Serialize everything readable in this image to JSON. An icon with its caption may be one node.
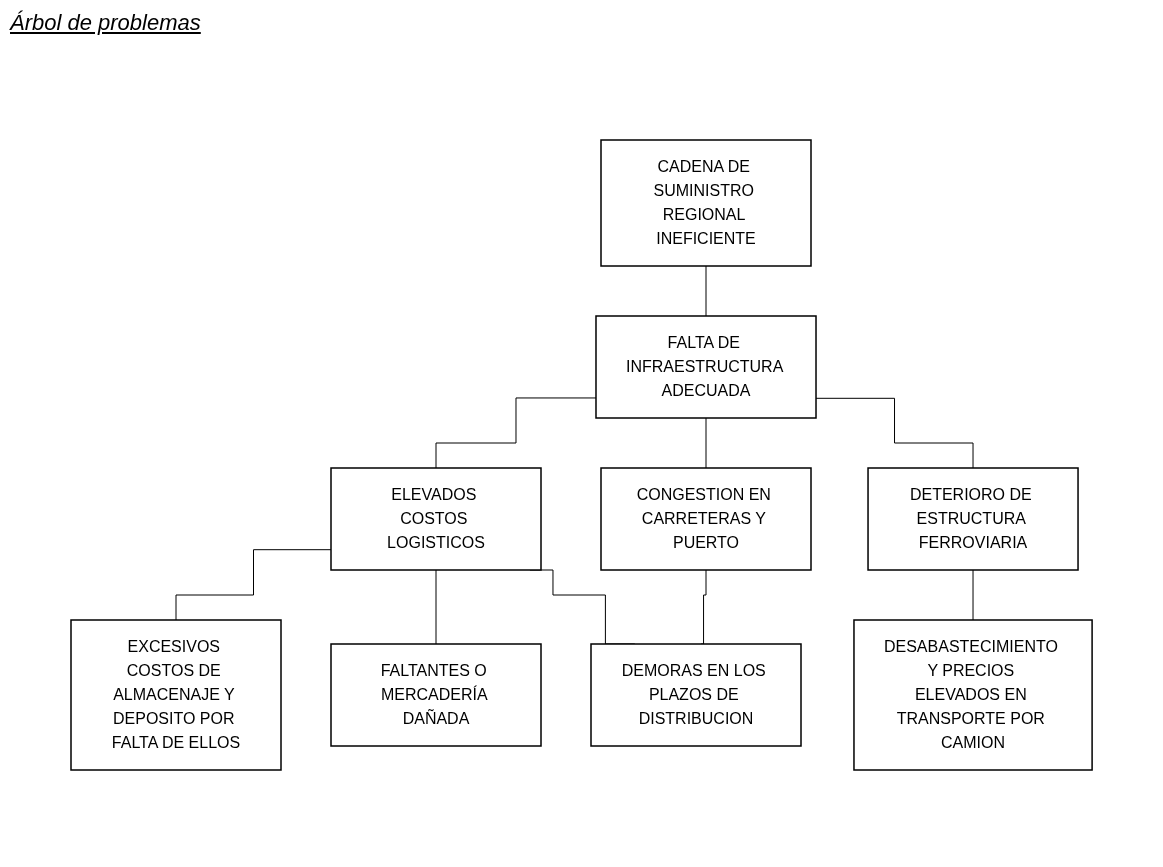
{
  "diagram": {
    "title": "Árbol de problemas",
    "nodes": [
      {
        "text": [
          "CADENA DE SUMINISTRO REGIONAL INEFICIENTE"
        ]
      },
      {
        "text": [
          "FALTA DE INFRAESTRUCTURA ADECUADA"
        ]
      },
      {
        "text": [
          "ELEVADOS COSTOS LOGISTICOS"
        ]
      },
      {
        "text": [
          "DETERIORO DE ESTRUCTURA FERROVIARIA"
        ]
      },
      {
        "text": [
          "CONGESTION EN CARRETERAS Y PUERTO"
        ]
      },
      {
        "text": [
          "EXCESIVOS COSTOS DE ALMACENAJE Y DEPOSITO POR FALTA DE ELLOS"
        ]
      },
      {
        "text": [
          "FALTANTES O MERCADERÍA DAÑADA"
        ]
      },
      {
        "text": [
          "DESABASTECIMIENTO Y PRECIOS ELEVADOS EN TRANSPORTE POR CAMION"
        ]
      },
      {
        "text": [
          "DEMORAS EN LOS PLAZOS DE DISTRIBUCION"
        ]
      }
    ],
    "edges": [
      {
        "from": 0,
        "to": 1,
        "arrow": "none"
      },
      {
        "from": 1,
        "to": 2,
        "arrow": "none"
      },
      {
        "from": 1,
        "to": 3,
        "arrow": "none"
      },
      {
        "from": 1,
        "to": 4,
        "arrow": "none"
      },
      {
        "from": 2,
        "to": 5,
        "arrow": "none"
      },
      {
        "from": 2,
        "to": 6,
        "arrow": "none"
      },
      {
        "from": 3,
        "to": 7,
        "arrow": "none"
      },
      {
        "from": 2,
        "to": 8,
        "arrow": "none"
      },
      {
        "from": 4,
        "to": 8,
        "arrow": "none"
      }
    ]
  }
}
